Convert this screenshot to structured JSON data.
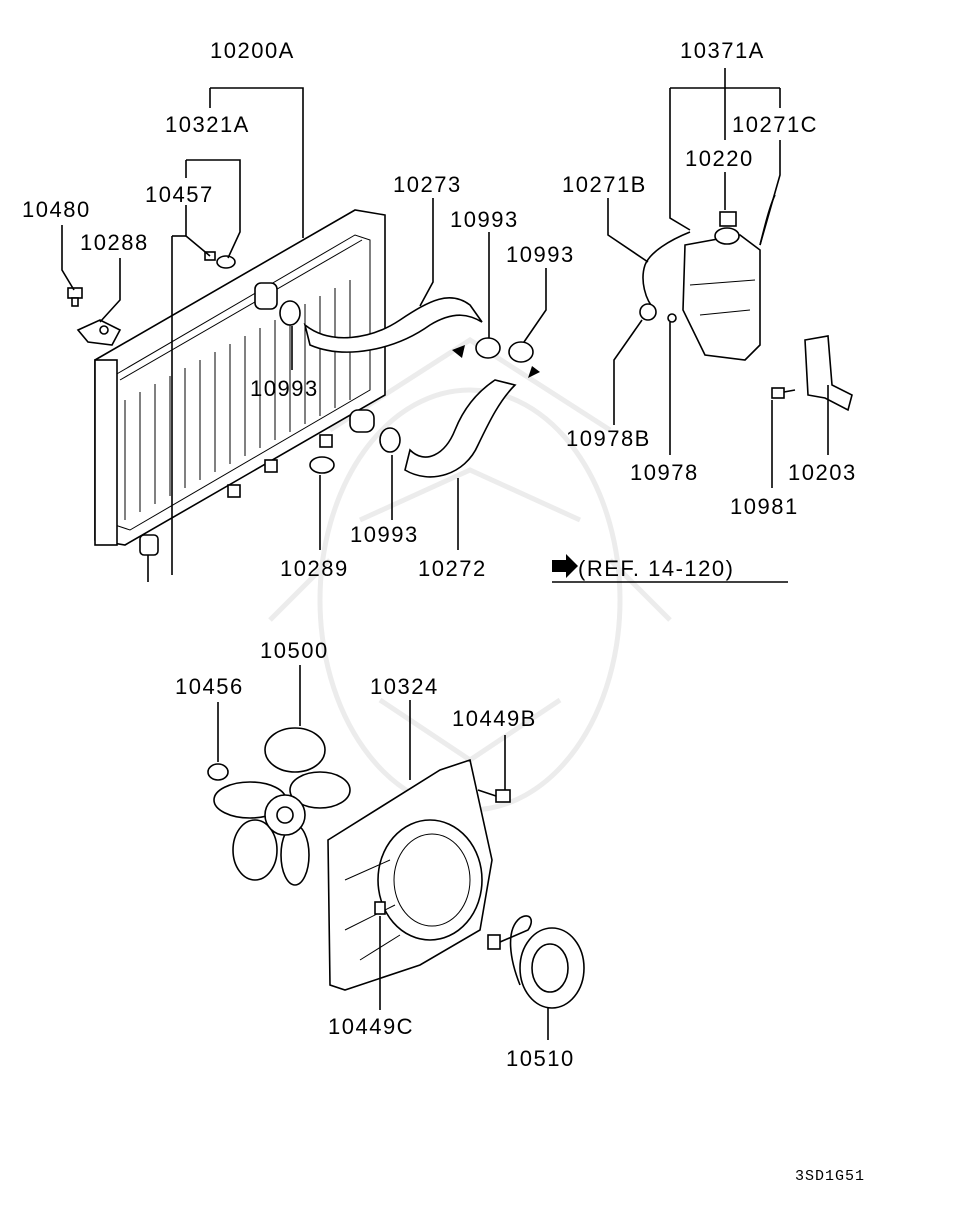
{
  "diagram": {
    "labels": {
      "p10200A": "10200A",
      "p10321A": "10321A",
      "p10457": "10457",
      "p10480": "10480",
      "p10288": "10288",
      "p10273": "10273",
      "p10993a": "10993",
      "p10993b": "10993",
      "p10993c": "10993",
      "p10993d": "10993",
      "p10289": "10289",
      "p10272": "10272",
      "p10371A": "10371A",
      "p10271C": "10271C",
      "p10220": "10220",
      "p10271B": "10271B",
      "p10978B": "10978B",
      "p10978": "10978",
      "p10981": "10981",
      "p10203": "10203",
      "p10500": "10500",
      "p10456": "10456",
      "p10324": "10324",
      "p10449B": "10449B",
      "p10449C": "10449C",
      "p10510": "10510"
    },
    "reference": "(REF. 14-120)",
    "code": "3SD1G51"
  }
}
